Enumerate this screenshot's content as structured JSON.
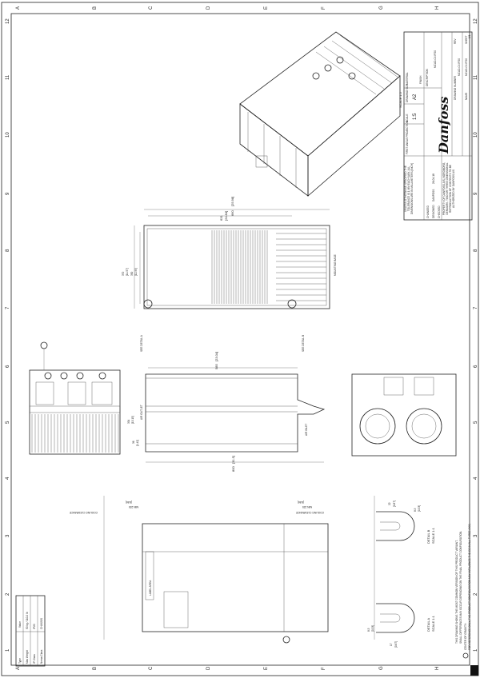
{
  "zones": {
    "letters": [
      "A",
      "B",
      "C",
      "D",
      "E",
      "F",
      "G",
      "H"
    ],
    "numbers": [
      "12",
      "11",
      "10",
      "9",
      "8",
      "7",
      "6",
      "5",
      "4",
      "3",
      "2",
      "1"
    ]
  },
  "title_block": {
    "tolerance_note": "UNLESS OTHERWISE SPECIFIED THE TOLERANCE IS 1 MM EACH WAY. ALL DIMENSIONS ARE IN MILLIMETERS [INCH]",
    "projection_label": "FIRST ANGLE PROJECTION",
    "scale_label": "SCALE",
    "scale_value": "1:5",
    "drawing_size_label": "DRAWING SIZE",
    "drawing_size": "A2",
    "material_label": "MATERIAL",
    "finish_label": "FINISH",
    "description_label": "DESCRIPTION",
    "description": "MCAD-C4 IP20",
    "changed_label": "CHANGED",
    "designed_label": "DESIGNED",
    "designed_by": "DANFOSS",
    "date": "26-04-18",
    "checked_label": "CHECKED",
    "brand": "Danfoss",
    "property_note": "PROPERTY OF DANFOSS A/S, NORDBORG, DENMARK. TWO OR THREE DIMENSIONAL REPRODUCTION OF CONTENTS TO BE AUTHORIZED BY DANFOSS A/S",
    "drawing_number_label": "DRAWING NUMBER",
    "drawing_number": "MCAD-C4 IP20",
    "name_label": "NAME",
    "name": "MCAD-C4 IP20",
    "rev_label": "REV",
    "sheet_label": "SHEET",
    "sheet": "1/1",
    "scale_view": "SCALE 1:5"
  },
  "spec_table": {
    "headers": [
      "Type",
      "Value"
    ],
    "rows": [
      [
        "Max Weight",
        "50 kg / 110.2 lb"
      ],
      [
        "IP Class",
        "IP20"
      ],
      [
        "Nema Class",
        "CHASSIS"
      ]
    ]
  },
  "labels": {
    "see_detail_a": "SEE DETAIL  A",
    "see_detail_b": "SEE DETAIL  B",
    "mounting_base": "MOUNTING BASE",
    "air_outlet": "AIR OUTLET",
    "air_inlet": "AIR INLET",
    "cooling_clearance": "COOLING CLEARANCE",
    "min_225": "MIN 225",
    "min_225_in": "[8.86]",
    "label_area": "LABEL AREA",
    "detail_a": "DETAIL  A",
    "detail_b": "DETAIL  B",
    "detail_scale": "SCALE 1:1",
    "note_1": "THIS DRAWING SHOWS THE MOST COMMON VERSION OF THIS PRODUCT VARIANT.",
    "note_2": "SMALL DIFFERENCES MAY OCCUR DEPENDING ON THE FINAL PRODUCT CONFIGURATION.",
    "cog_1": "CENTER OF GRAVITY:",
    "cog_2": "FOR REFERENCE ONLY, THE PRODUCT CONFIGURATION MAY INFLUENCE THE CG IN ALL THREE AXIS."
  },
  "dimensions": {
    "d660": "660",
    "d660_in": "[25.98]",
    "d631": "631",
    "d631_in": "[24.84]",
    "d370": "370",
    "d370_in": "[14.57]",
    "d330": "330",
    "d330_in": "[12.99]",
    "d585": "585",
    "d585_in": "[23.04]",
    "d800": "800",
    "d800_in": "[31.5]",
    "d36": "36",
    "d36_in": "[1.42]",
    "d334": "334",
    "d334_in": "[13.15]",
    "d22": "22",
    "d22_in": "[0.87]",
    "d85": "8.5",
    "d85_in": "[0.33]",
    "d17": "17",
    "d17_in": "[0.67]"
  }
}
